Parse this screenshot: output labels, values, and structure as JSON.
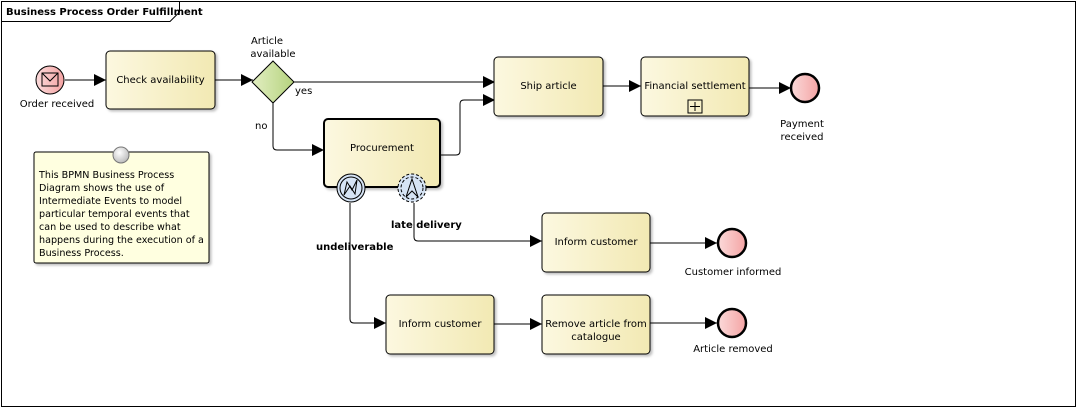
{
  "diagram": {
    "title": "Business Process Order Fulfillment",
    "colors": {
      "task_fill_left": "#fbf7dc",
      "task_fill_right": "#f3eab5",
      "event_fill_left": "#f8d0d0",
      "event_fill_right": "#f5a6a6",
      "gateway_fill_left": "#dcebb8",
      "gateway_fill_right": "#b9d684",
      "boundary_fill": "#d6e4f5",
      "note_fill": "#ffffe0",
      "stroke": "#000000"
    },
    "events": {
      "start": {
        "label": "Order received",
        "type": "message-start"
      },
      "payment": {
        "label_line1": "Payment",
        "label_line2": "received",
        "type": "end"
      },
      "customer_informed": {
        "label": "Customer informed",
        "type": "end"
      },
      "article_removed": {
        "label": "Article removed",
        "type": "end"
      }
    },
    "gateway": {
      "label_line1": "Article",
      "label_line2": "available",
      "yes_label": "yes",
      "no_label": "no"
    },
    "tasks": {
      "check_availability": "Check availability",
      "procurement": "Procurement",
      "ship_article": "Ship article",
      "financial_settlement": "Financial settlement",
      "inform_customer_late": "Inform customer",
      "inform_customer_undeliverable": "Inform customer",
      "remove_article_line1": "Remove article from",
      "remove_article_line2": "catalogue"
    },
    "boundary_events": {
      "undeliverable": {
        "label": "undeliverable",
        "type": "error"
      },
      "late_delivery": {
        "label": "late delivery",
        "type": "escalation"
      }
    },
    "note": {
      "lines": [
        "This BPMN Business Process",
        "Diagram shows the use of",
        "Intermediate Events to model",
        "particular temporal events that",
        "can be used to describe what",
        "happens during the execution of a",
        "Business Process."
      ]
    }
  }
}
